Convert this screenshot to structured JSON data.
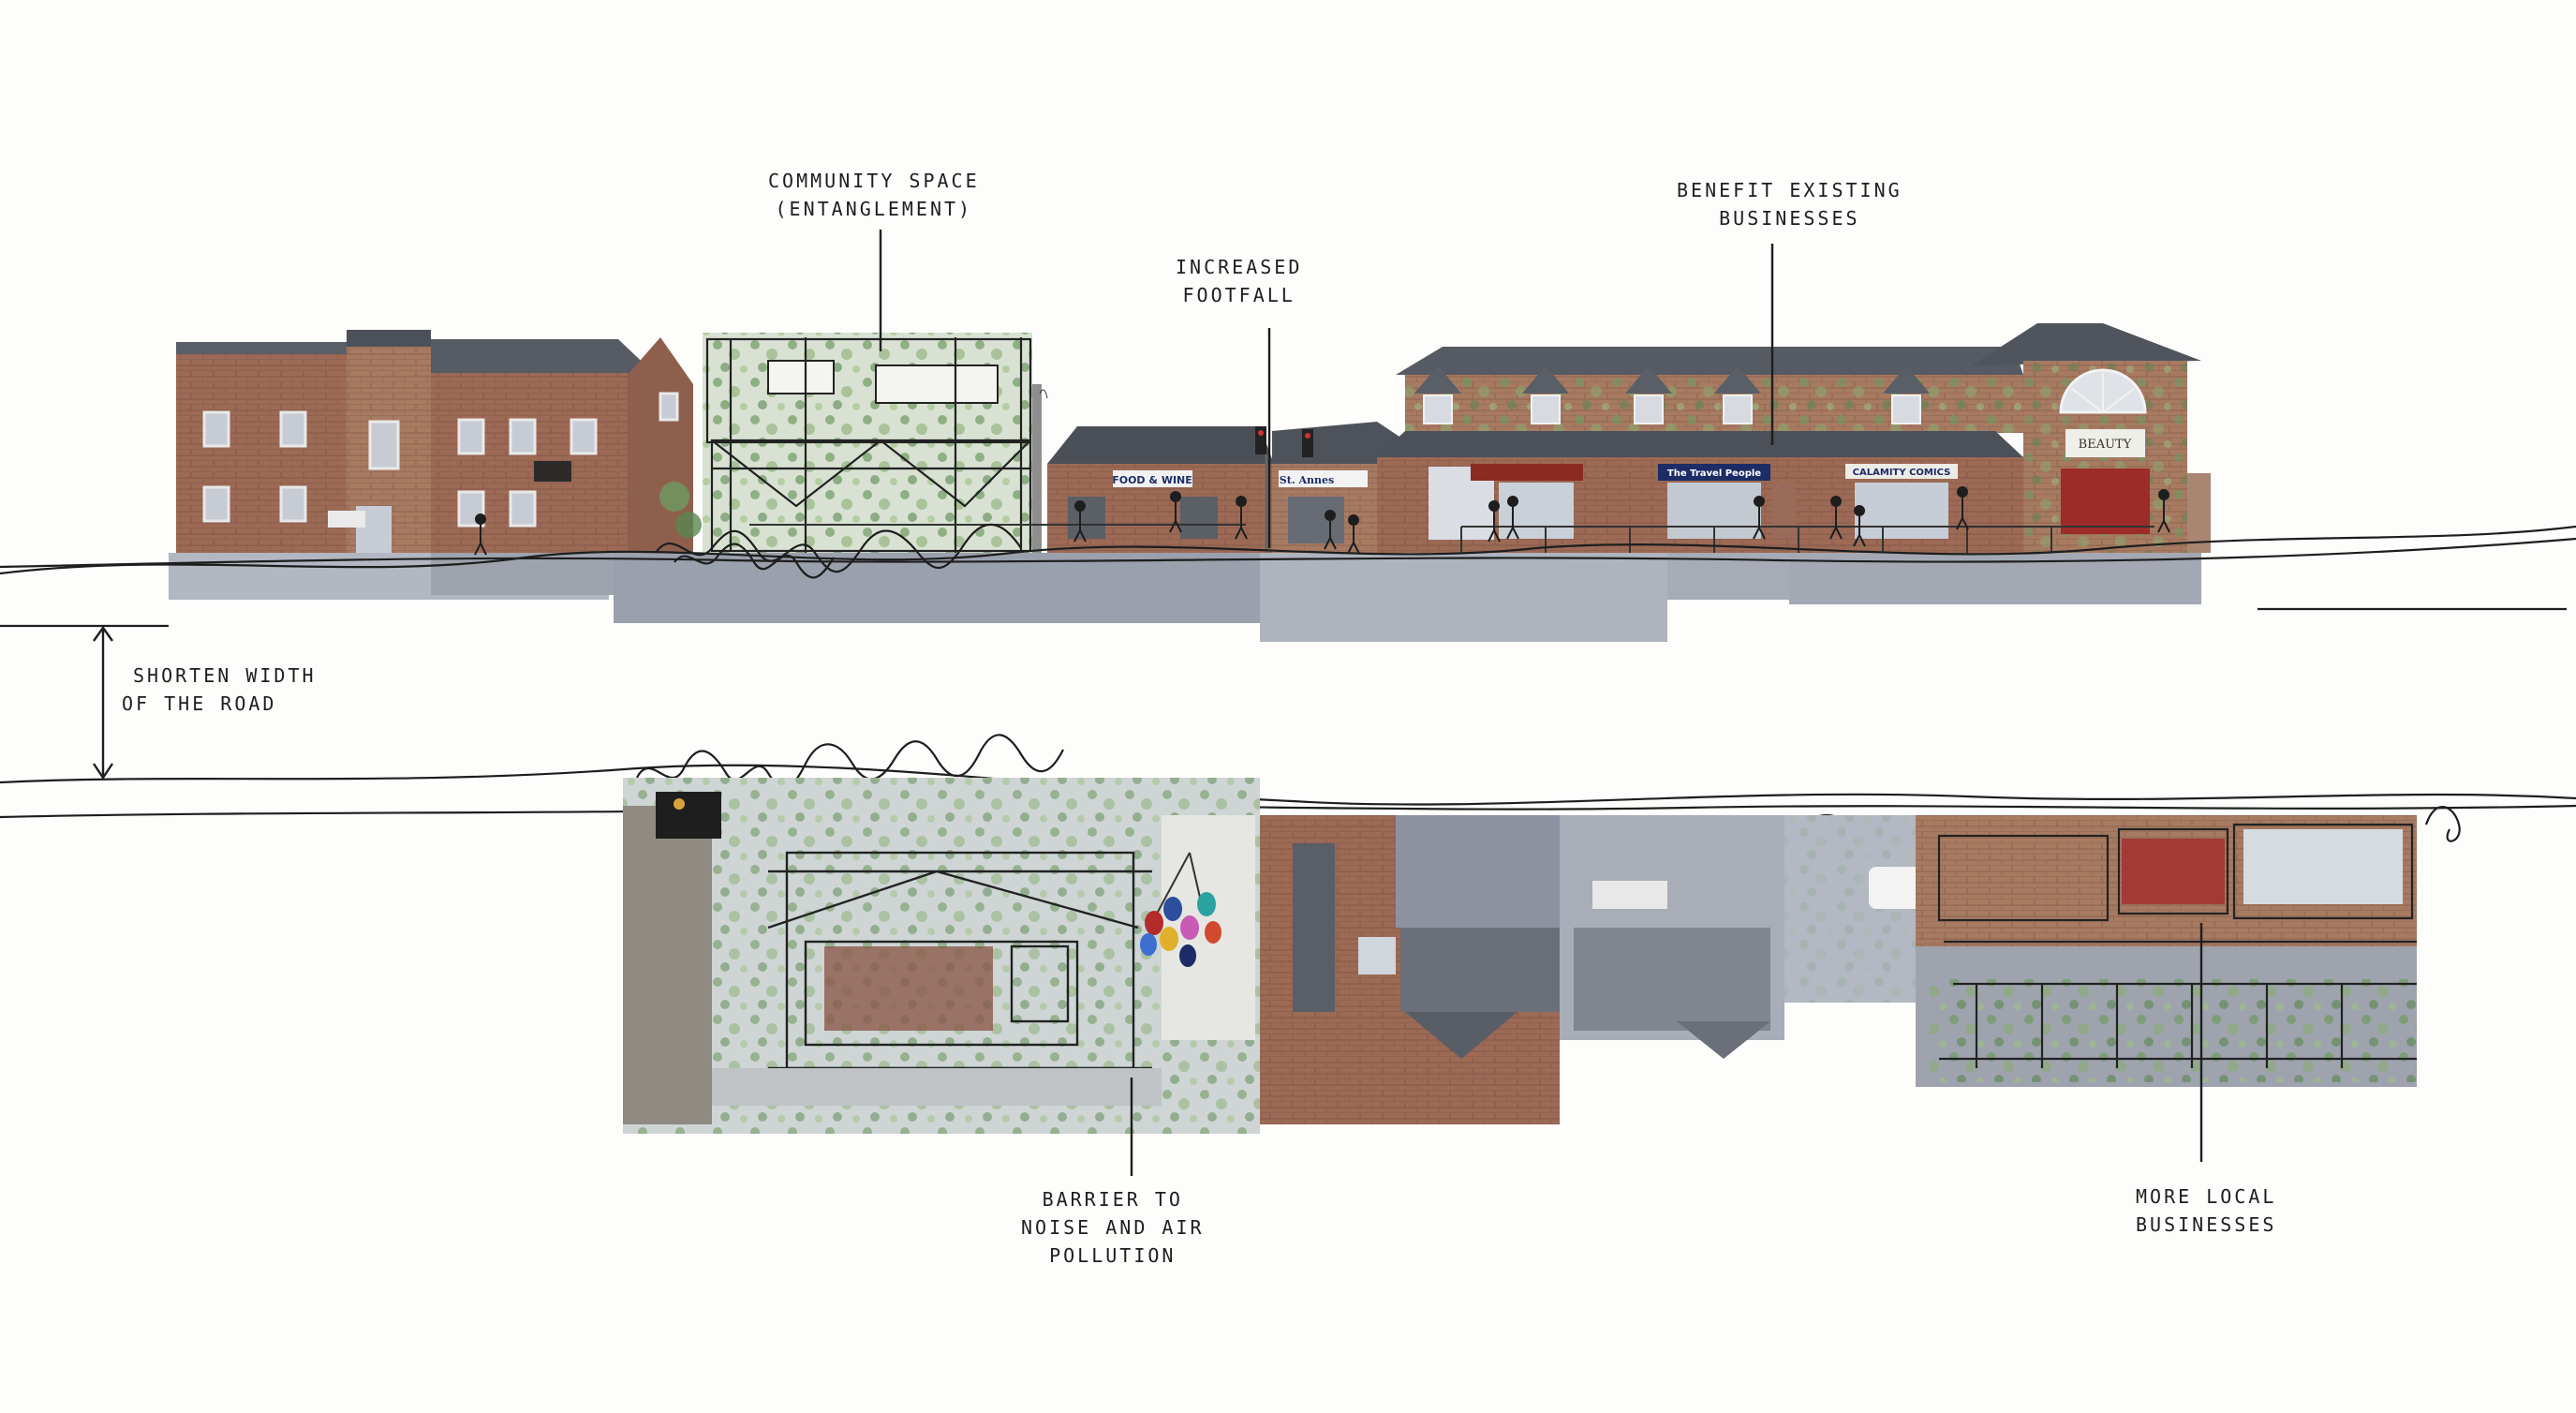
{
  "annotations": {
    "community_space": [
      "COMMUNITY SPACE",
      "(ENTANGLEMENT)"
    ],
    "increased_footfall": [
      "INCREASED",
      "FOOTFALL"
    ],
    "benefit_businesses": [
      "BENEFIT EXISTING",
      "BUSINESSES"
    ],
    "shorten_road": [
      "SHORTEN WIDTH",
      "OF THE ROAD"
    ],
    "barrier": [
      "BARRIER TO",
      "NOISE AND AIR",
      "POLLUTION"
    ],
    "local_businesses": [
      "MORE LOCAL",
      "BUSINESSES"
    ]
  },
  "signs": {
    "food_wine": "FOOD & WINE",
    "st_annes": "St. Annes",
    "travel_people": "The Travel People",
    "calamity": "CALAMITY COMICS",
    "beauty": "BEAUTY"
  },
  "colors": {
    "brick": "#9c6a55",
    "brick_dark": "#7d5444",
    "roof": "#4c5058",
    "road": "#a8adb8",
    "ink": "#1e1e1e",
    "greenery": "#6f9a62",
    "paper": "#fdfdfb"
  }
}
